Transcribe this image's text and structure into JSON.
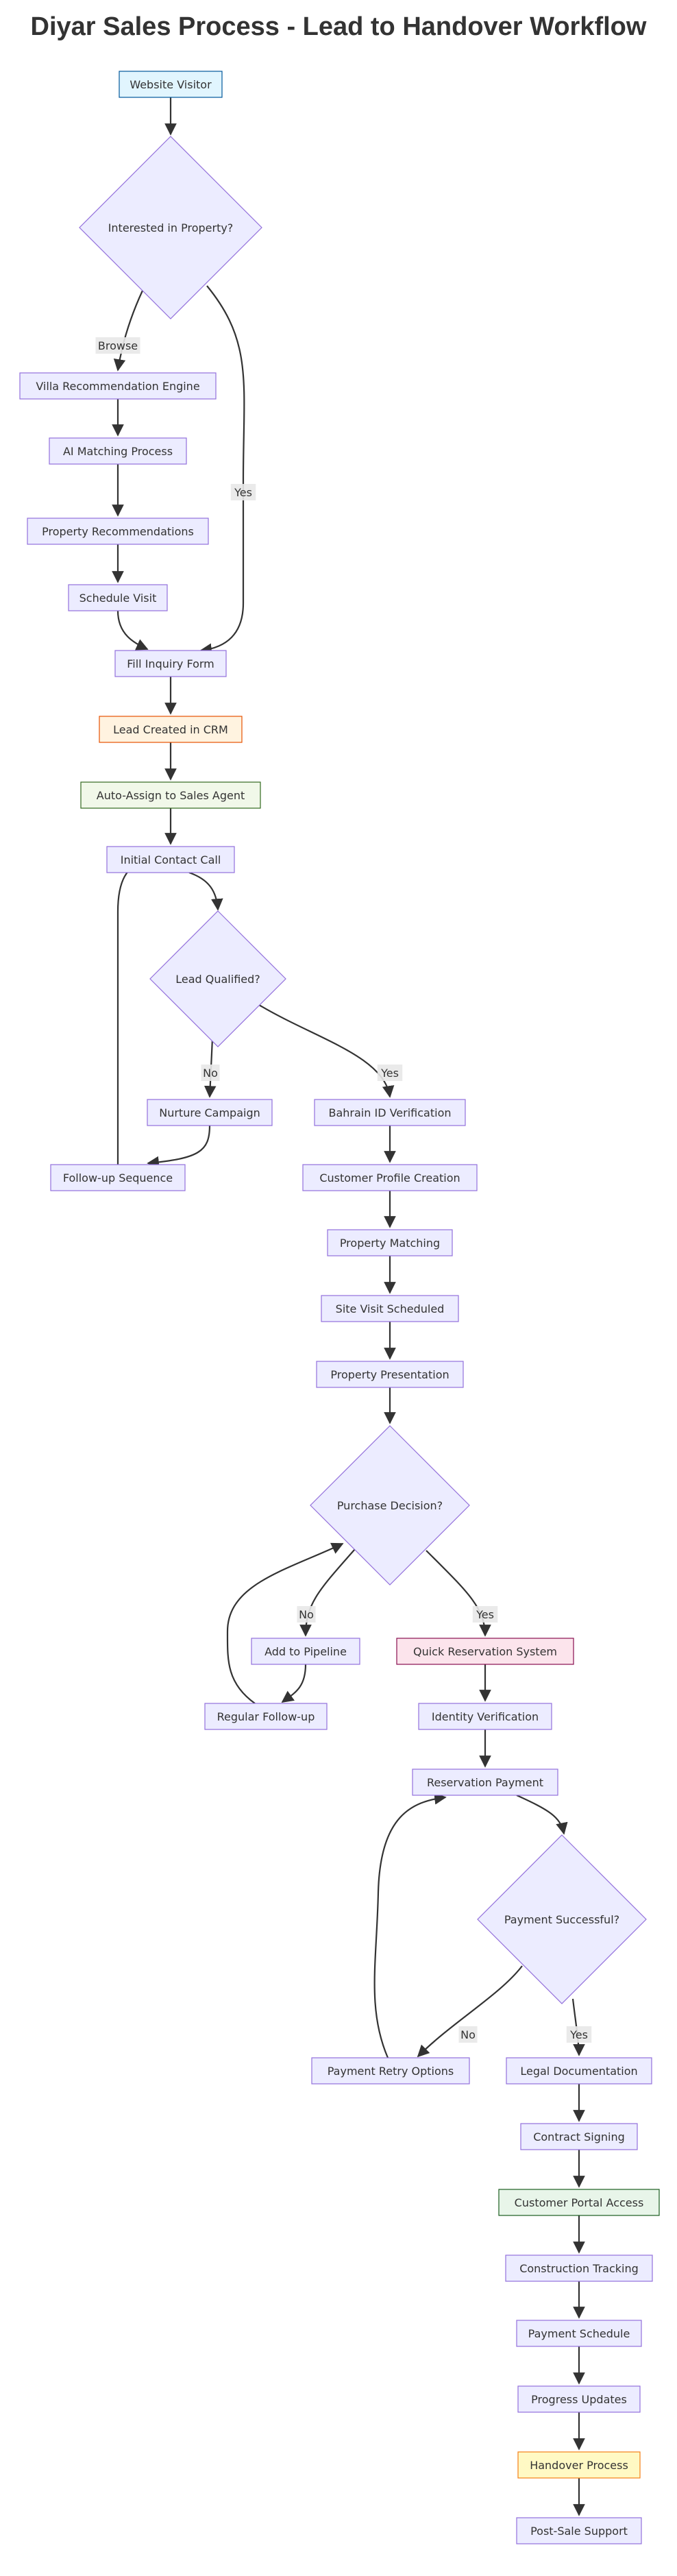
{
  "title": "Diyar Sales Process - Lead to Handover Workflow",
  "colors": {
    "default_fill": "#ECECFF",
    "default_stroke": "#9370DB",
    "edge": "#333333",
    "label_bg": "#e8e8e8",
    "start_fill": "#E1F5FE",
    "start_stroke": "#01579B",
    "crm_fill": "#FFF3E0",
    "crm_stroke": "#E65100",
    "assign_fill": "#F1F8E9",
    "assign_stroke": "#33691E",
    "reservation_fill": "#FCE4EC",
    "reservation_stroke": "#880E4F",
    "portal_fill": "#E8F5E9",
    "portal_stroke": "#1B5E20",
    "handover_fill": "#FFF9C4",
    "handover_stroke": "#F57F17"
  },
  "nodes": {
    "website_visitor": "Website Visitor",
    "interested": "Interested in Property?",
    "villa_engine": "Villa Recommendation Engine",
    "ai_matching": "AI Matching Process",
    "property_recs": "Property Recommendations",
    "schedule_visit": "Schedule Visit",
    "fill_inquiry": "Fill Inquiry Form",
    "lead_created": "Lead Created in CRM",
    "auto_assign": "Auto-Assign to Sales Agent",
    "initial_contact": "Initial Contact Call",
    "lead_qualified": "Lead Qualified?",
    "nurture": "Nurture Campaign",
    "bahrain_id": "Bahrain ID Verification",
    "follow_up": "Follow-up Sequence",
    "customer_profile": "Customer Profile Creation",
    "property_matching": "Property Matching",
    "site_visit": "Site Visit Scheduled",
    "property_presentation": "Property Presentation",
    "purchase_decision": "Purchase Decision?",
    "add_pipeline": "Add to Pipeline",
    "quick_reservation": "Quick Reservation System",
    "regular_followup": "Regular Follow-up",
    "identity_verification": "Identity Verification",
    "reservation_payment": "Reservation Payment",
    "payment_successful": "Payment Successful?",
    "payment_retry": "Payment Retry Options",
    "legal_docs": "Legal Documentation",
    "contract_signing": "Contract Signing",
    "portal_access": "Customer Portal Access",
    "construction_tracking": "Construction Tracking",
    "payment_schedule": "Payment Schedule",
    "progress_updates": "Progress Updates",
    "handover": "Handover Process",
    "post_sale": "Post-Sale Support"
  },
  "edge_labels": {
    "browse": "Browse",
    "yes_inquiry": "Yes",
    "no_nurture": "No",
    "yes_bahrain": "Yes",
    "no_pipeline": "No",
    "yes_reservation": "Yes",
    "no_retry": "No",
    "yes_legal": "Yes"
  }
}
